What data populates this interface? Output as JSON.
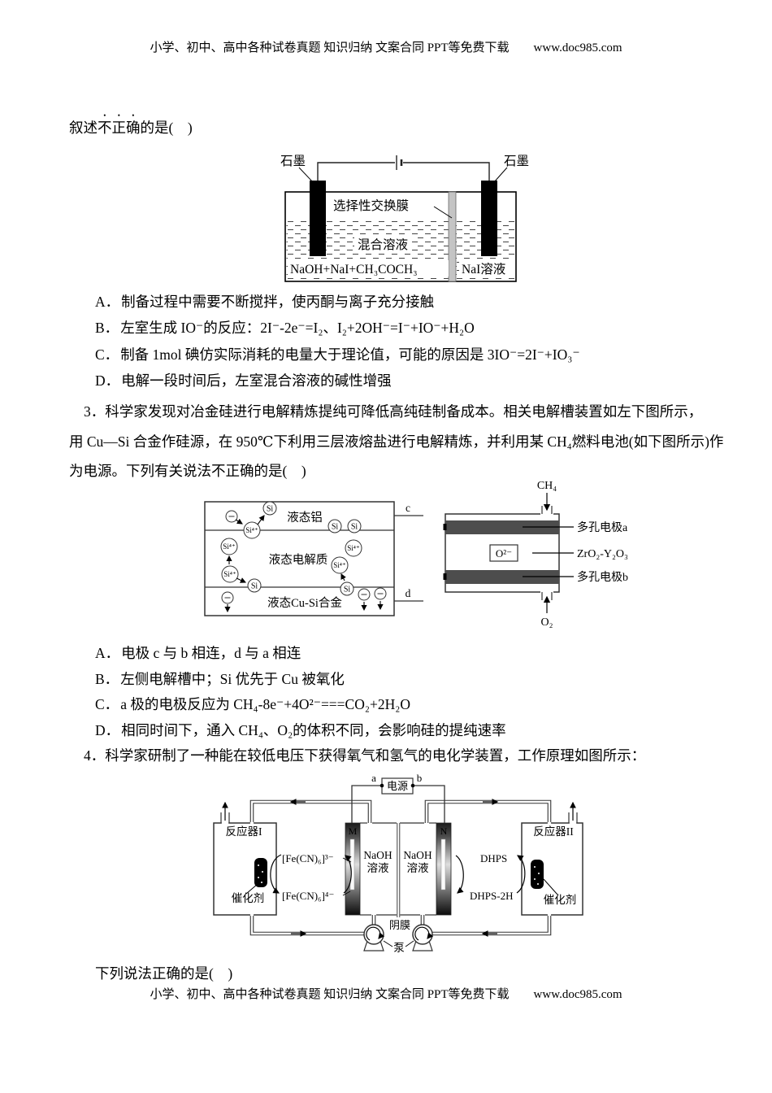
{
  "header": {
    "promo": "小学、初中、高中各种试卷真题  知识归纳  文案合同  PPT等免费下载",
    "url": "www.doc985.com"
  },
  "footer": {
    "promo": "小学、初中、高中各种试卷真题  知识归纳  文案合同  PPT等免费下载",
    "url": "www.doc985.com"
  },
  "q2": {
    "stem": {
      "prefix": "叙述",
      "emphasized": "不正确",
      "suffix": "的是(　)"
    },
    "diagram": {
      "graphite_left": "石墨",
      "graphite_right": "石墨",
      "membrane": "选择性交换膜",
      "mixed_solution": "混合溶液",
      "left_solution": "NaOH+NaI+CH₃COCH₃",
      "right_solution": "NaI溶液"
    },
    "options": [
      {
        "label": "A．",
        "text": "制备过程中需要不断搅拌，使丙酮与离子充分接触"
      },
      {
        "label": "B．",
        "text": "左室生成 IO⁻的反应：2I⁻-2e⁻=I₂、I₂+2OH⁻=I⁻+IO⁻+H₂O"
      },
      {
        "label": "C．",
        "text": "制备 1mol 碘仿实际消耗的电量大于理论值，可能的原因是 3IO⁻=2I⁻+IO₃⁻"
      },
      {
        "label": "D．",
        "text": "电解一段时间后，左室混合溶液的碱性增强"
      }
    ]
  },
  "q3": {
    "stem_lines": [
      "3．科学家发现对冶金硅进行电解精炼提纯可降低高纯硅制备成本。相关电解槽装置如左下图所示，",
      "用 Cu—Si 合金作硅源，在 950℃下利用三层液熔盐进行电解精炼，并利用某 CH₄燃料电池(如下图所示)作",
      "为电源。下列有关说法不正确的是(　)"
    ],
    "cell_diagram": {
      "liquid_al": "液态铝",
      "electrolyte": "液态电解质",
      "alloy": "液态Cu-Si合金",
      "terminal_c": "c",
      "terminal_d": "d",
      "ion": "Si⁴⁺",
      "atom": "Si"
    },
    "fuel_cell": {
      "gas_top": "CH₄",
      "electrode_a": "多孔电极a",
      "electrolyte": "ZrO₂-Y₂O₃",
      "electrode_b": "多孔电极b",
      "gas_bottom": "O₂",
      "ion": "O²⁻"
    },
    "options": [
      {
        "label": "A．",
        "text": "电极 c 与 b 相连，d 与 a 相连"
      },
      {
        "label": "B．",
        "text": "左侧电解槽中；Si 优先于 Cu 被氧化"
      },
      {
        "label": "C．",
        "text": "a 极的电极反应为 CH₄-8e⁻+4O²⁻===CO₂+2H₂O"
      },
      {
        "label": "D．",
        "text": "相同时间下，通入 CH₄、O₂的体积不同，会影响硅的提纯速率"
      }
    ]
  },
  "q4": {
    "stem": "4．科学家研制了一种能在较低电压下获得氧气和氢气的电化学装置，工作原理如图所示：",
    "diagram": {
      "power": "电源",
      "terminal_a": "a",
      "terminal_b": "b",
      "reactor1": "反应器I",
      "reactor2": "反应器II",
      "catalyst1": "催化剂",
      "catalyst2": "催化剂",
      "ox_species": "[Fe(CN)₆]³⁻",
      "red_species": "[Fe(CN)₆]⁴⁻",
      "dhps": "DHPS",
      "dhps2h": "DHPS-2H",
      "naoh_line1": "NaOH",
      "naoh_line2": "溶液",
      "electrode_m": "M",
      "electrode_n": "N",
      "membrane": "阴膜",
      "pump": "泵"
    },
    "question": "下列说法正确的是(　)"
  }
}
